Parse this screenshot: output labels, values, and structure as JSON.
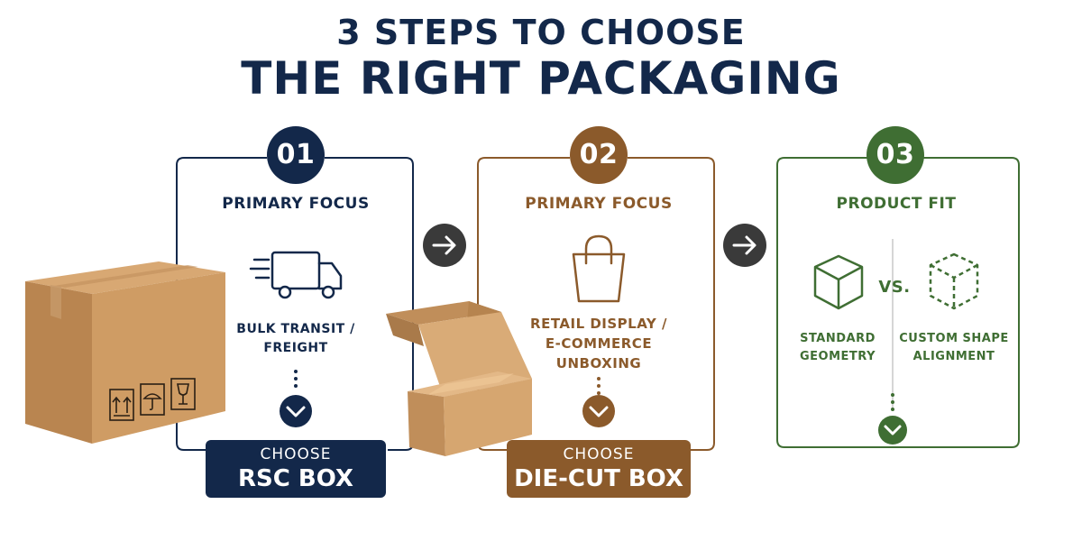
{
  "title": {
    "line1": "3 STEPS TO CHOOSE",
    "line2": "THE RIGHT PACKAGING"
  },
  "colors": {
    "navy": "#13284a",
    "brown": "#8b5a2b",
    "green": "#3f6e33",
    "arrow": "#3a3a3a"
  },
  "steps": [
    {
      "number": "01",
      "heading": "PRIMARY FOCUS",
      "use_case": [
        "BULK TRANSIT /",
        "FREIGHT"
      ],
      "icon": "delivery-truck-icon",
      "action": {
        "line1": "CHOOSE",
        "line2": "RSC BOX"
      }
    },
    {
      "number": "02",
      "heading": "PRIMARY FOCUS",
      "use_case": [
        "RETAIL DISPLAY /",
        "E-COMMERCE",
        "UNBOXING"
      ],
      "icon": "shopping-bag-icon",
      "action": {
        "line1": "CHOOSE",
        "line2": "DIE-CUT BOX"
      }
    },
    {
      "number": "03",
      "heading": "PRODUCT FIT",
      "options": [
        {
          "label": [
            "STANDARD",
            "GEOMETRY"
          ],
          "icon": "solid-cube-icon"
        },
        {
          "label": [
            "CUSTOM SHAPE",
            "ALIGNMENT"
          ],
          "icon": "dashed-cube-icon"
        }
      ],
      "vs": "VS."
    }
  ]
}
